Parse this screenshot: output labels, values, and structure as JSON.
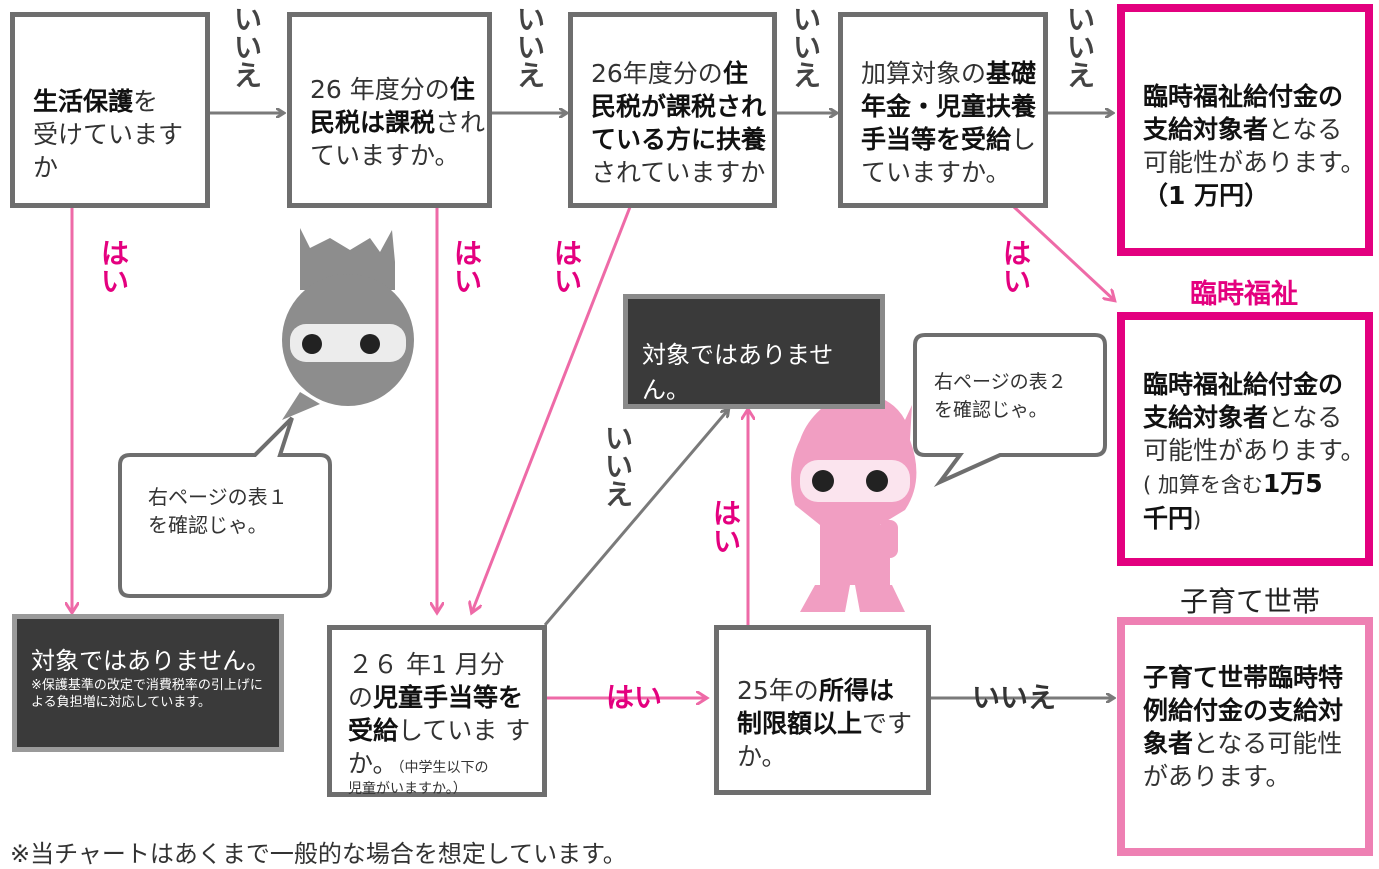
{
  "q1": {
    "bold": "生活保護",
    "rest1": "を",
    "line2": "受けていますか"
  },
  "q2": {
    "pre": "26 年度分の",
    "bold1": "住",
    "bold2": "民税は課税",
    "rest": "され",
    "line3": "ていますか。"
  },
  "q3": {
    "pre": "26年度分の",
    "bold1": "住",
    "bold2": "民税が課税され",
    "bold3": "ている方に扶養",
    "line4": "されていますか"
  },
  "q4": {
    "pre": "加算対象の",
    "bold1": "基礎",
    "bold2": "年金・児童扶養",
    "bold3": "手当等を受給",
    "rest": "し",
    "line4": "ていますか。"
  },
  "result1": {
    "bold1": "臨時福祉給付金の",
    "bold2": "支給対象者",
    "rest2": "となる",
    "line3": "可能性があります。",
    "amount": "（1 万円）"
  },
  "result1_header": "臨時福祉",
  "result2": {
    "bold1": "臨時福祉給付金の",
    "bold2": "支給対象者",
    "rest2": "となる",
    "line3": "可能性があります。",
    "amount_pre": "( 加算を含む",
    "amount_bold": "1万5",
    "amount_bold2": "千円",
    "amount_post": ")"
  },
  "not_target_top": "対象ではありません。",
  "not_target_left": {
    "title": "対象ではありません。",
    "note": "※保護基準の改定で消費税率の引上げによる負担増に対応しています。"
  },
  "q5": {
    "line1": "２６ 年1 月分",
    "pre2": "の",
    "bold2": "児童手当等を",
    "bold3": "受給",
    "rest3": "していま す",
    "line4": "か。",
    "note1": "（中学生以下の",
    "note2": "児童がいますか。）"
  },
  "q6": {
    "pre": "25年の",
    "bold1": "所得は",
    "bold2": "制限額以上",
    "rest2": "です",
    "line3": "か。"
  },
  "result3_header": "子育て世帯",
  "result3": {
    "bold1": "子育て世帯臨時特",
    "bold2": "例給付金の支給対",
    "bold3": "象者",
    "rest3": "となる可能性",
    "line4": "があります。"
  },
  "bubble1": {
    "line1": "右ページの表１",
    "line2": "を確認じゃ。"
  },
  "bubble2": {
    "line1": "右ページの表２",
    "line2": "を確認じゃ。"
  },
  "labels": {
    "yes": "はい",
    "no": "いいえ",
    "yes_v1": "は",
    "yes_v2": "い",
    "no_v1": "い",
    "no_v2": "い",
    "no_v3": "え"
  },
  "footer": "※当チャートはあくまで一般的な場合を想定しています。",
  "colors": {
    "pink": "#e4007f",
    "light_pink": "#ee80b3",
    "grey_border": "#6e6e6e",
    "dark_bg": "#3a3a3a"
  }
}
